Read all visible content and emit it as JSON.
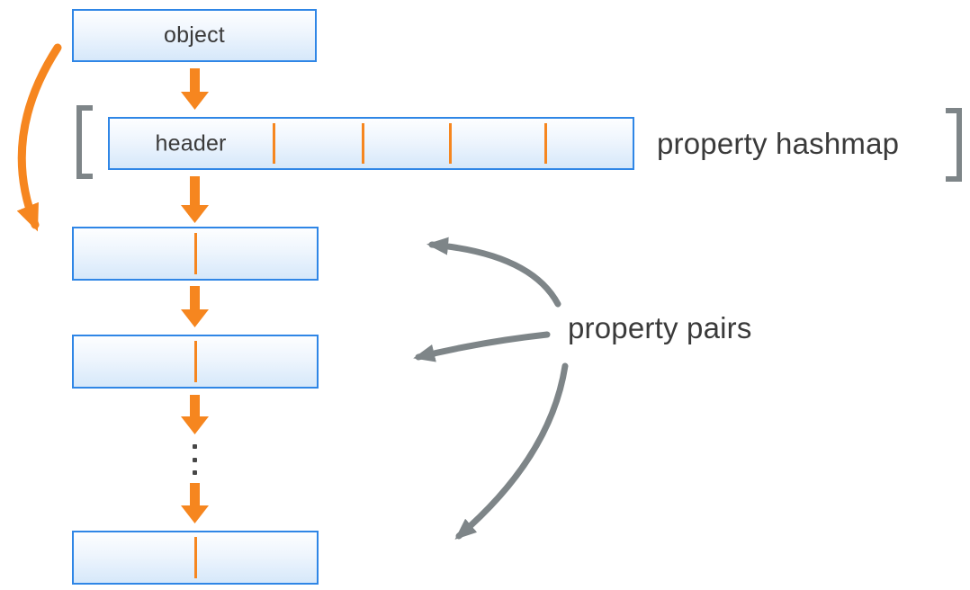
{
  "diagram": {
    "labels": {
      "object": "object",
      "header": "header",
      "property_hashmap": "property hashmap",
      "property_pairs": "property pairs"
    },
    "structure": {
      "hashmap_slot_count": 5,
      "property_pair_box_count": 3,
      "hidden_pairs_indicator": "vertical-ellipsis"
    },
    "colors": {
      "box_border": "#2f86e6",
      "box_fill_top": "#fdfeff",
      "box_fill_bottom": "#d6e8fa",
      "arrow_orange": "#f6861f",
      "arrow_gray": "#7e8588",
      "text": "#3a3a3a",
      "dot": "#474747"
    }
  }
}
